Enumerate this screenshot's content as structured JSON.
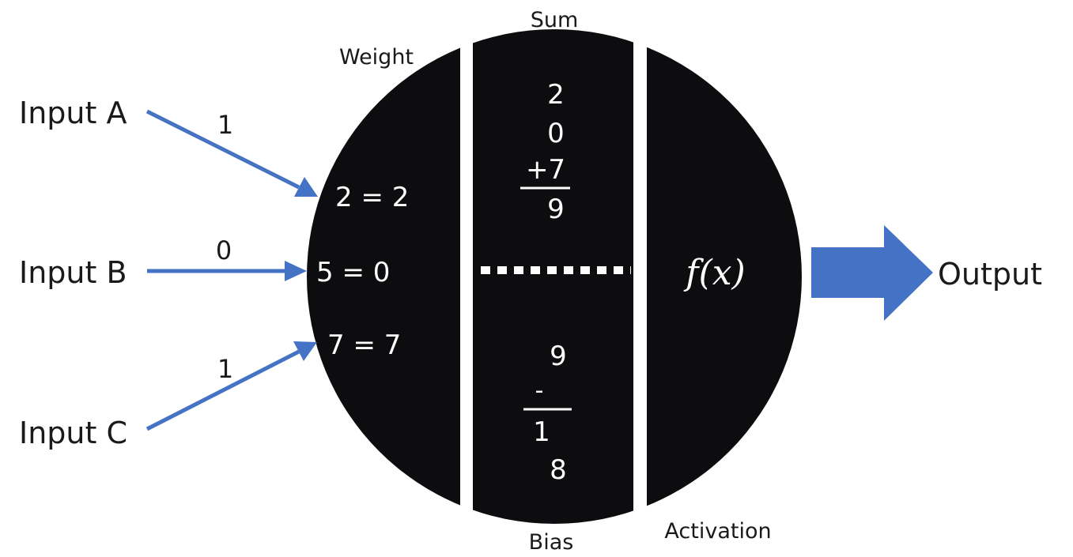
{
  "inputs": [
    {
      "label": "Input A",
      "weight": "1",
      "product": "2 = 2"
    },
    {
      "label": "Input B",
      "weight": "0",
      "product": "5 = 0"
    },
    {
      "label": "Input C",
      "weight": "1",
      "product": "7 = 7"
    }
  ],
  "sections": {
    "weight": "Weight",
    "sum": "Sum",
    "bias": "Bias",
    "activation": "Activation"
  },
  "sum_calc": {
    "line1": "2",
    "line2": "0",
    "line3": "+7",
    "total": "9"
  },
  "bias_calc": {
    "line1": "9",
    "line2": "-",
    "line3": "1",
    "result": "8"
  },
  "activation_fn": "f(x)",
  "output": "Output",
  "colors": {
    "arrow": "#4472c4",
    "neuron": "#0d0d0f",
    "divider": "#ffffff",
    "text_dark": "#1a1a1a",
    "text_light": "#ffffff"
  }
}
